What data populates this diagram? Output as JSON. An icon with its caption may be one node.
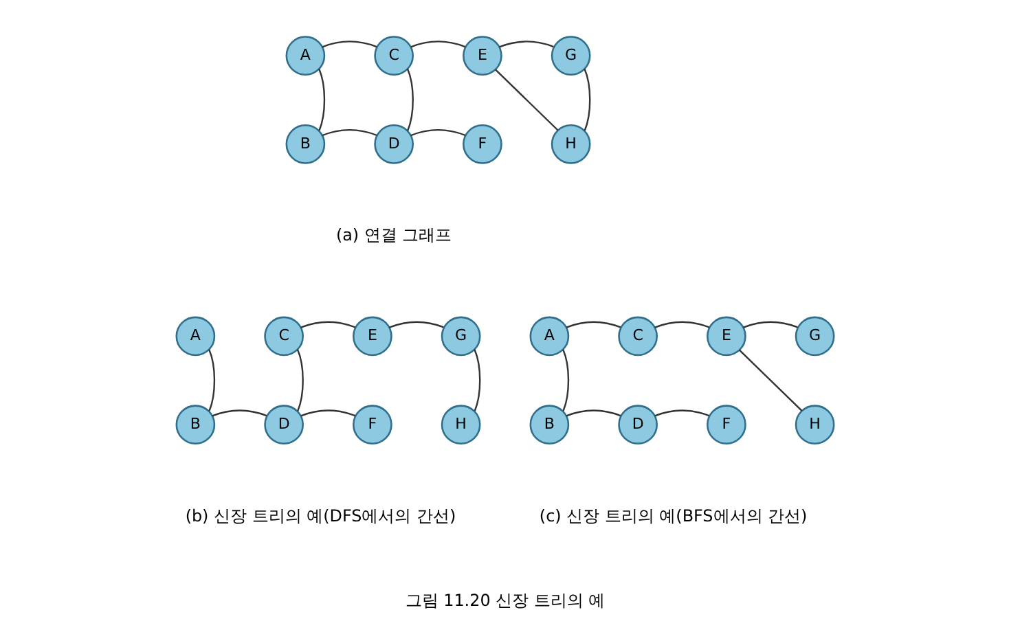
{
  "diagram": {
    "caption": "그림 11.20 신장 트리의 예",
    "nodes": [
      {
        "text": [
          "A"
        ]
      },
      {
        "text": [
          "B"
        ]
      },
      {
        "text": [
          "C"
        ]
      },
      {
        "text": [
          "D"
        ]
      },
      {
        "text": [
          "E"
        ]
      },
      {
        "text": [
          "F"
        ]
      },
      {
        "text": [
          "G"
        ]
      },
      {
        "text": [
          "H"
        ]
      },
      {
        "text": [
          "A"
        ]
      },
      {
        "text": [
          "B"
        ]
      },
      {
        "text": [
          "C"
        ]
      },
      {
        "text": [
          "D"
        ]
      },
      {
        "text": [
          "E"
        ]
      },
      {
        "text": [
          "F"
        ]
      },
      {
        "text": [
          "G"
        ]
      },
      {
        "text": [
          "H"
        ]
      },
      {
        "text": [
          "A"
        ]
      },
      {
        "text": [
          "B"
        ]
      },
      {
        "text": [
          "C"
        ]
      },
      {
        "text": [
          "D"
        ]
      },
      {
        "text": [
          "E"
        ]
      },
      {
        "text": [
          "F"
        ]
      },
      {
        "text": [
          "G"
        ]
      },
      {
        "text": [
          "H"
        ]
      }
    ],
    "edges": [
      {
        "from": 0,
        "to": 2,
        "arrow": "none"
      },
      {
        "from": 2,
        "to": 4,
        "arrow": "none"
      },
      {
        "from": 4,
        "to": 6,
        "arrow": "none"
      },
      {
        "from": 0,
        "to": 1,
        "arrow": "none"
      },
      {
        "from": 2,
        "to": 3,
        "arrow": "none"
      },
      {
        "from": 4,
        "to": 7,
        "arrow": "none"
      },
      {
        "from": 6,
        "to": 7,
        "arrow": "none"
      },
      {
        "from": 1,
        "to": 3,
        "arrow": "none"
      },
      {
        "from": 3,
        "to": 5,
        "arrow": "none"
      },
      {
        "from": 8,
        "to": 9,
        "arrow": "none"
      },
      {
        "from": 10,
        "to": 12,
        "arrow": "none"
      },
      {
        "from": 12,
        "to": 14,
        "arrow": "none"
      },
      {
        "from": 10,
        "to": 11,
        "arrow": "none"
      },
      {
        "from": 14,
        "to": 15,
        "arrow": "none"
      },
      {
        "from": 9,
        "to": 11,
        "arrow": "none"
      },
      {
        "from": 11,
        "to": 13,
        "arrow": "none"
      },
      {
        "from": 16,
        "to": 18,
        "arrow": "none"
      },
      {
        "from": 18,
        "to": 20,
        "arrow": "none"
      },
      {
        "from": 20,
        "to": 22,
        "arrow": "none"
      },
      {
        "from": 16,
        "to": 17,
        "arrow": "none"
      },
      {
        "from": 20,
        "to": 23,
        "arrow": "none"
      },
      {
        "from": 17,
        "to": 19,
        "arrow": "none"
      },
      {
        "from": 19,
        "to": 21,
        "arrow": "none"
      }
    ],
    "labels": [
      "(a) 연결 그래프",
      "(b) 신장 트리의 예(DFS에서의 간선)",
      "(c) 신장 트리의 예(BFS에서의 간선)"
    ]
  }
}
